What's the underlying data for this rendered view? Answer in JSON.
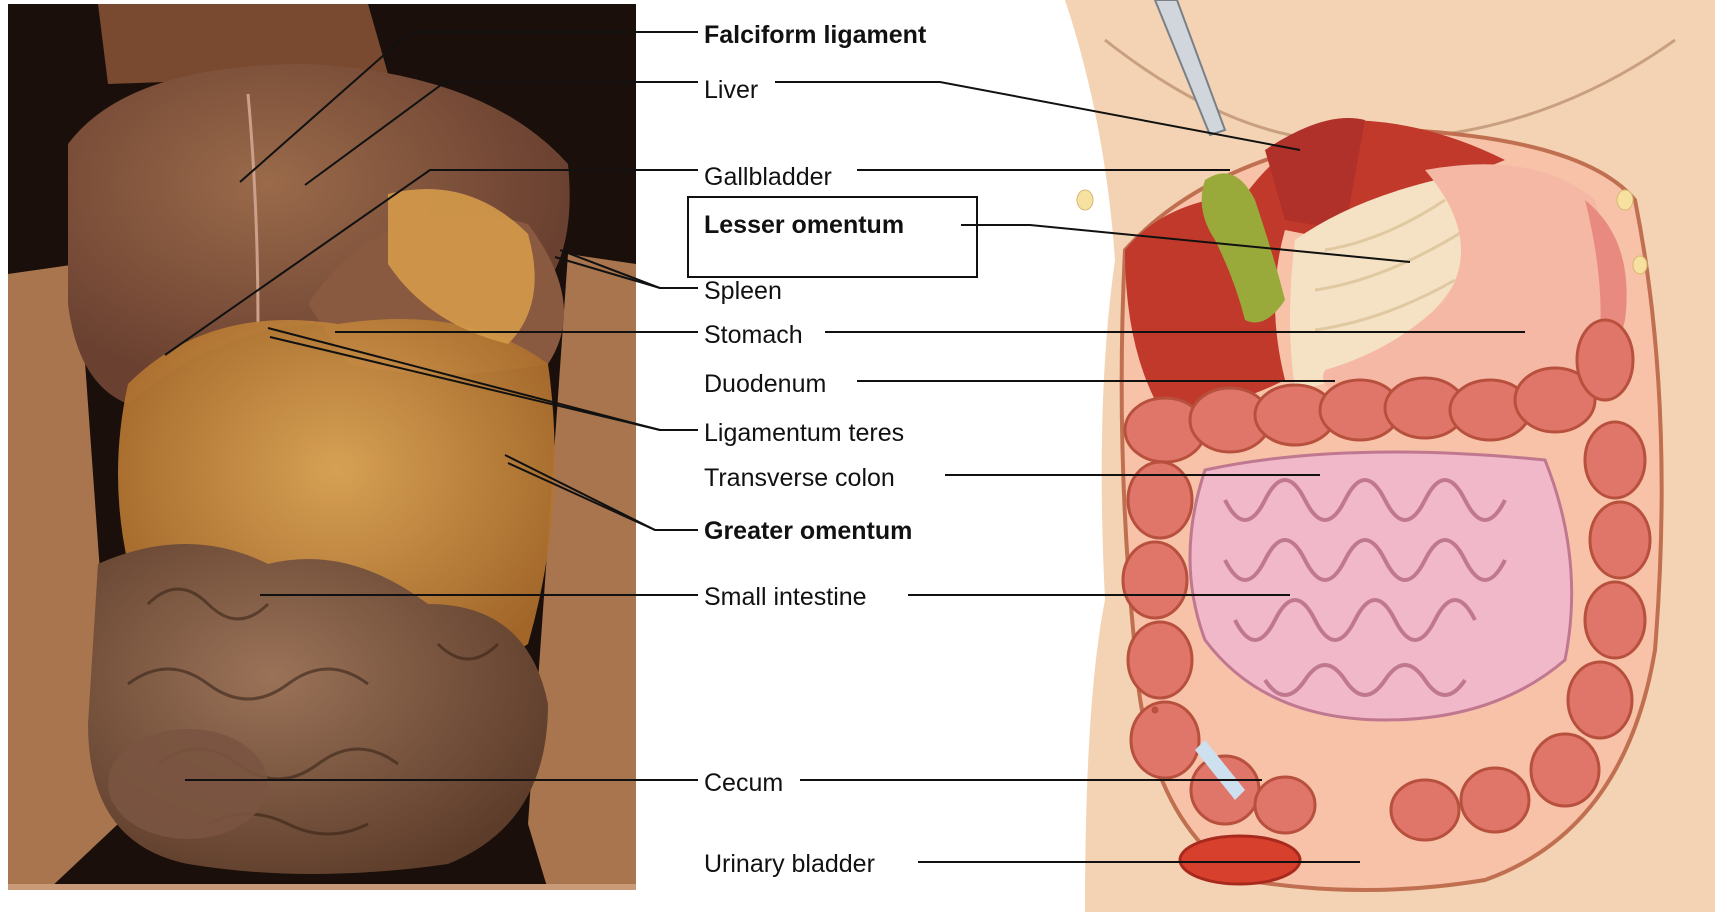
{
  "labels": {
    "falciform_ligament": "Falciform ligament",
    "liver": "Liver",
    "gallbladder": "Gallbladder",
    "lesser_omentum": "Lesser omentum",
    "spleen": "Spleen",
    "stomach": "Stomach",
    "duodenum": "Duodenum",
    "ligamentum_teres": "Ligamentum teres",
    "transverse_colon": "Transverse colon",
    "greater_omentum": "Greater omentum",
    "small_intestine": "Small intestine",
    "cecum": "Cecum",
    "urinary_bladder": "Urinary bladder"
  },
  "colors": {
    "cadaver_background": "#1a0f0a",
    "cadaver_tissue": "#8a5a3a",
    "omentum_fat": "#d49a4a",
    "skin": "#f3d3b3",
    "liver_red": "#c0392b",
    "gallbladder_green": "#9aaa3a",
    "stomach_pink": "#f4b8a4",
    "colon_red": "#e0766a",
    "small_intestine_pink": "#f0b8c8",
    "leader_line": "#111111"
  }
}
